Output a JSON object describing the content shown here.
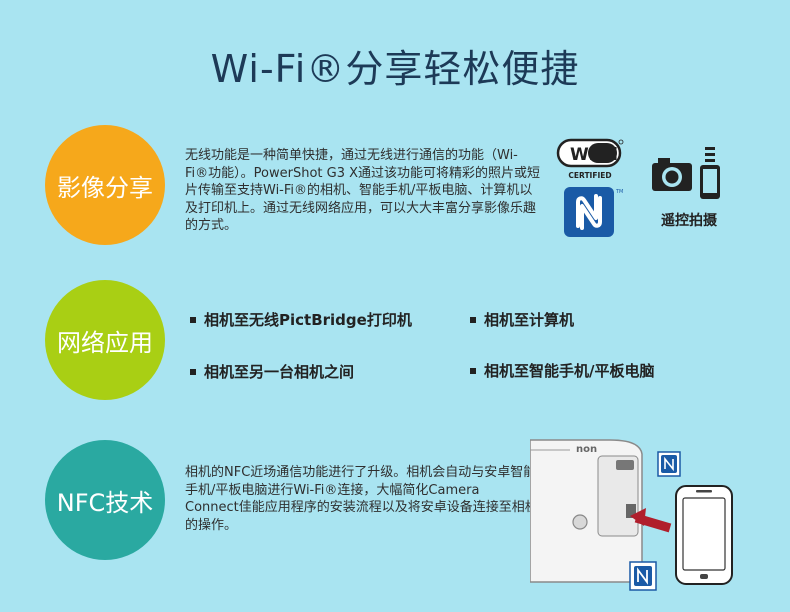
{
  "title": "Wi-Fi®分享轻松便捷",
  "sections": [
    {
      "circle_label": "影像分享",
      "text": "无线功能是一种简单快捷，通过无线进行通信的功能（Wi-Fi®功能）。PowerShot G3 X通过该功能可将精彩的照片或短片传输至支持Wi-Fi®的相机、智能手机/平板电脑、计算机以及打印机上。通过无线网络应用，可以大大丰富分享影像乐趣的方式。"
    },
    {
      "circle_label": "网络应用",
      "bullets": [
        "相机至无线PictBridge打印机",
        "相机至计算机",
        "相机至另一台相机之间",
        "相机至智能手机/平板电脑"
      ]
    },
    {
      "circle_label": "NFC技术",
      "text": "相机的NFC近场通信功能进行了升级。相机会自动与安卓智能手机/平板电脑进行Wi-Fi®连接，大幅简化Camera　Connect佳能应用程序的安装流程以及将安卓设备连接至相机的操作。"
    }
  ],
  "logos": {
    "wifi_text": "Wi Fi",
    "wifi_certified": "CERTIFIED",
    "tm": "TM"
  },
  "remote_label": "遥控拍摄",
  "illustration": {
    "camera_text": "non"
  },
  "colors": {
    "background": "#a9e4f1",
    "title": "#1d3a57",
    "circle_1": "#f6a81b",
    "circle_2": "#a9cf14",
    "circle_3": "#2aa9a1",
    "nfc_blue": "#1a5aa6"
  }
}
